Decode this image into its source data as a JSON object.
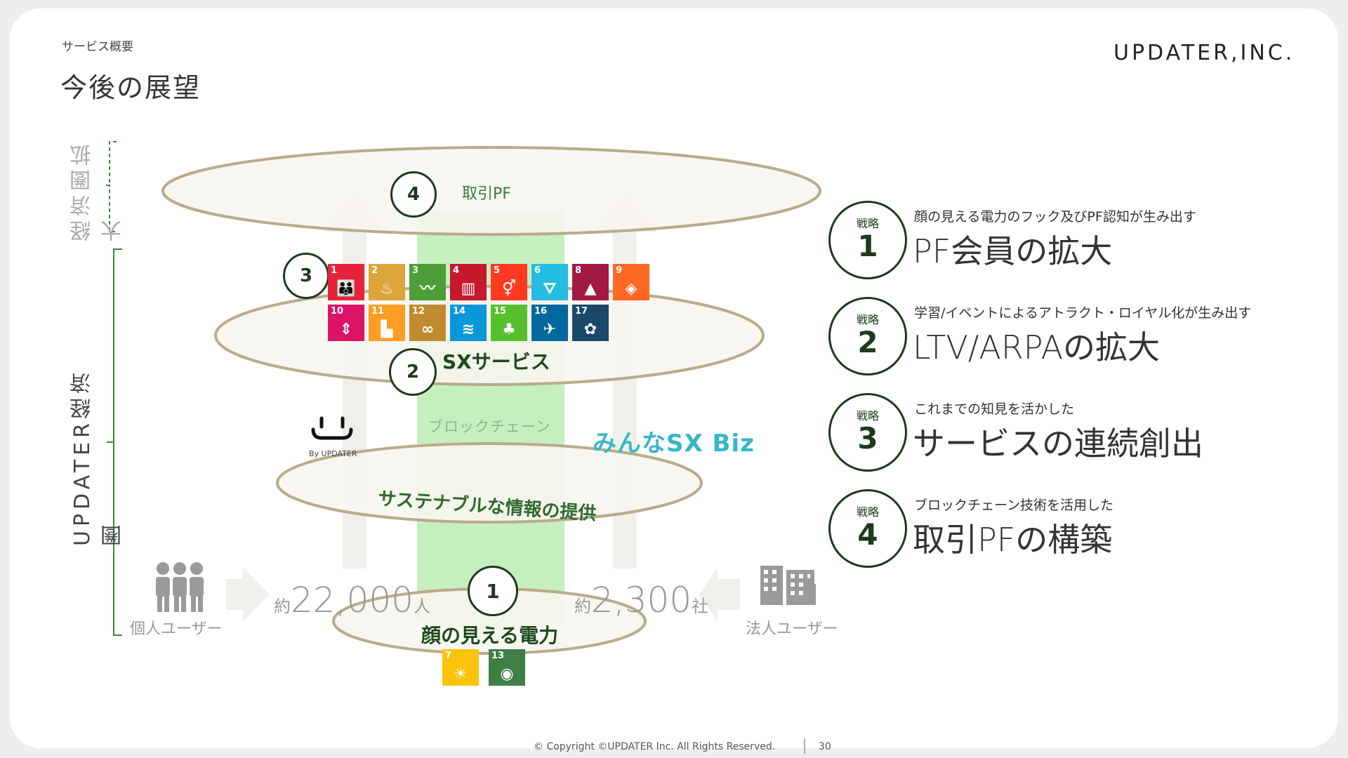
{
  "header": {
    "section": "サービス概要",
    "title": "今後の展望",
    "logo": "UPDATER,INC."
  },
  "side_labels": {
    "economic_expansion": "経済圏拡大",
    "updater_economy": "UPDATER経済圏"
  },
  "layers": {
    "trading_pf": {
      "num": "4",
      "label": "取引PF"
    },
    "sx_service": {
      "num": "2",
      "label": "SXサービス"
    },
    "sdgs_num": "3",
    "blockchain": "ブロックチェーン",
    "sustainable_info": "サステナブルな情報の提供",
    "visible_power": {
      "num": "1",
      "label": "顔の見える電力"
    }
  },
  "logos": {
    "minna_sx_biz": "みんなSX Biz",
    "updater_small": "By UPDATER"
  },
  "users": {
    "individual": {
      "label": "個人ユーザー",
      "prefix": "約",
      "count": "22,000",
      "unit": "人"
    },
    "corporate": {
      "label": "法人ユーザー",
      "prefix": "約",
      "count": "2,300",
      "unit": "社"
    }
  },
  "sdgs": {
    "row1": [
      {
        "n": "1",
        "color": "#e5243b",
        "icon": "people-icon"
      },
      {
        "n": "2",
        "color": "#dda63a",
        "icon": "bowl-icon"
      },
      {
        "n": "3",
        "color": "#4c9f38",
        "icon": "heartbeat-icon"
      },
      {
        "n": "4",
        "color": "#c5192d",
        "icon": "book-icon"
      },
      {
        "n": "5",
        "color": "#ff3a21",
        "icon": "gender-icon"
      },
      {
        "n": "6",
        "color": "#26bde2",
        "icon": "water-icon"
      },
      {
        "n": "8",
        "color": "#a21942",
        "icon": "growth-icon"
      },
      {
        "n": "9",
        "color": "#fd6925",
        "icon": "cubes-icon"
      }
    ],
    "row2": [
      {
        "n": "10",
        "color": "#dd1367",
        "icon": "equal-icon"
      },
      {
        "n": "11",
        "color": "#fd9d24",
        "icon": "city-icon"
      },
      {
        "n": "12",
        "color": "#bf8b2e",
        "icon": "infinity-icon"
      },
      {
        "n": "14",
        "color": "#0a97d9",
        "icon": "fish-icon"
      },
      {
        "n": "15",
        "color": "#56c02b",
        "icon": "tree-icon"
      },
      {
        "n": "16",
        "color": "#00689d",
        "icon": "dove-icon"
      },
      {
        "n": "17",
        "color": "#19486a",
        "icon": "flower-icon"
      }
    ],
    "row3": [
      {
        "n": "7",
        "color": "#fcc30b",
        "icon": "sun-icon"
      },
      {
        "n": "13",
        "color": "#3f7e44",
        "icon": "eye-icon"
      }
    ]
  },
  "strategies": [
    {
      "tag": "戦略",
      "num": "1",
      "sub": "顔の見える電力のフック及びPF認知が生み出す",
      "main": "PF会員の拡大"
    },
    {
      "tag": "戦略",
      "num": "2",
      "sub": "学習/イベントによるアトラクト・ロイヤル化が生み出す",
      "main": "LTV/ARPAの拡大"
    },
    {
      "tag": "戦略",
      "num": "3",
      "sub": "これまでの知見を活かした",
      "main": "サービスの連続創出"
    },
    {
      "tag": "戦略",
      "num": "4",
      "sub": "ブロックチェーン技術を活用した",
      "main": "取引PFの構築"
    }
  ],
  "footer": {
    "copyright": "© Copyright ©UPDATER Inc. All Rights Reserved.",
    "page": "30"
  },
  "colors": {
    "accent_green": "#1d3a1d",
    "label_green": "#2f6a2f",
    "cylinder": "#c6efc0",
    "ellipse_border": "#b9ab8a"
  }
}
